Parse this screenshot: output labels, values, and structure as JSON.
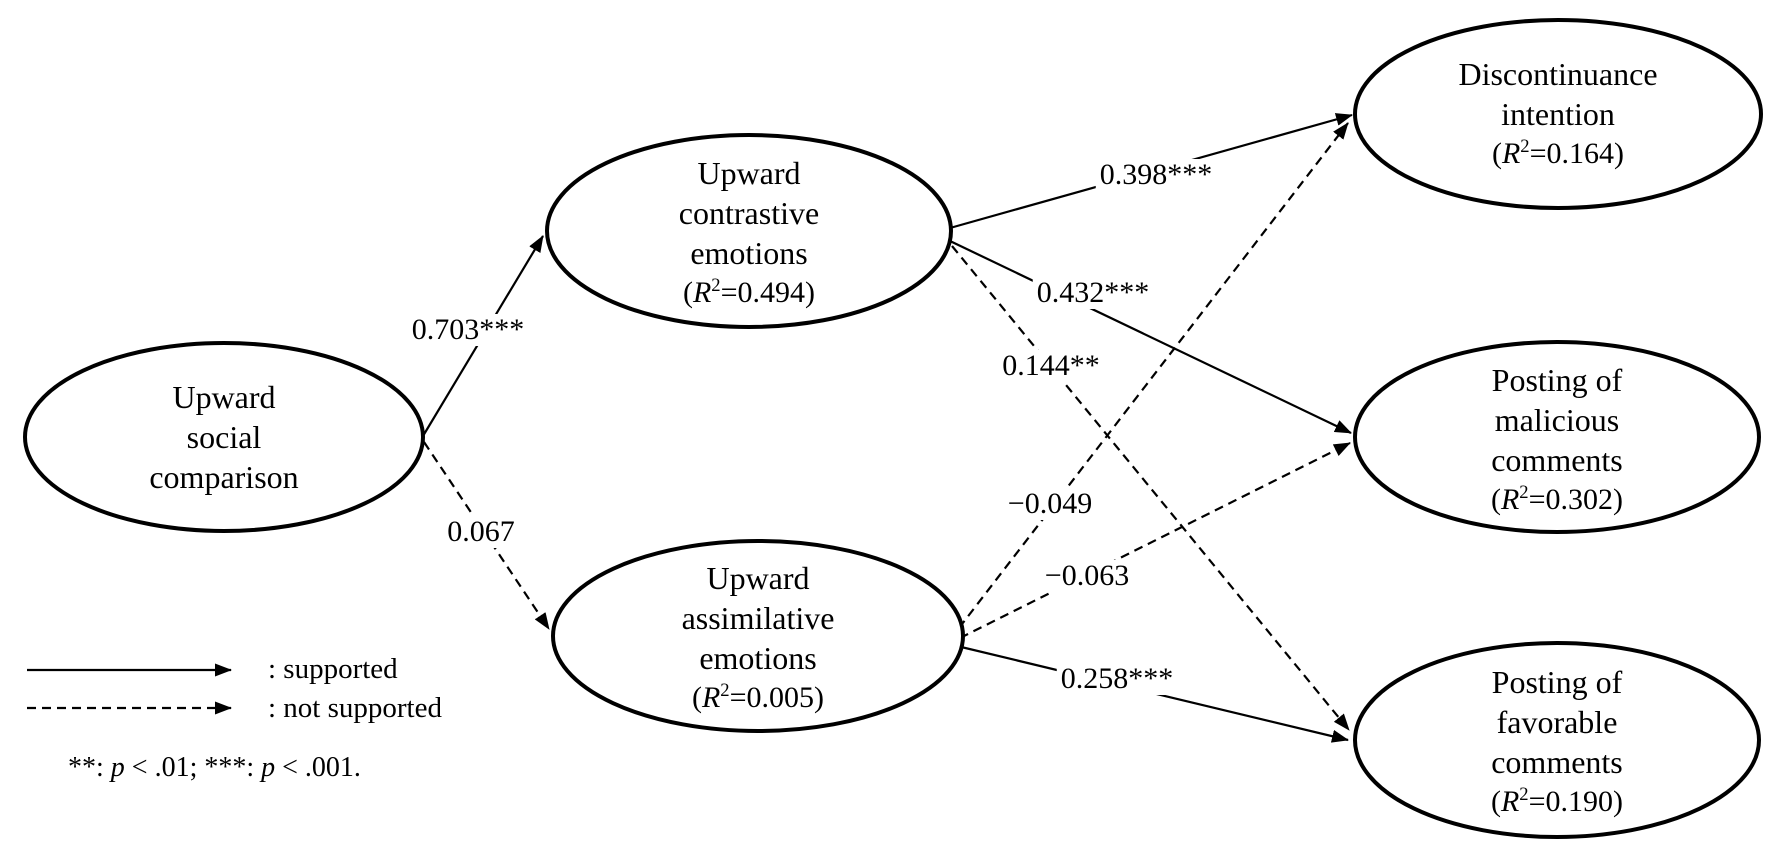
{
  "figure": {
    "colors": {
      "ink": "#000000",
      "background": "#ffffff"
    },
    "nodes": {
      "upward_social_comparison": {
        "line1": "Upward",
        "line2": "social",
        "line3": "comparison"
      },
      "upward_contrastive_emotions": {
        "line1": "Upward",
        "line2": "contrastive",
        "line3": "emotions",
        "r2_open": "(",
        "r2_symbol": "R",
        "r2_sup": "2",
        "r2_rest": "=0.494)"
      },
      "upward_assimilative_emotions": {
        "line1": "Upward",
        "line2": "assimilative",
        "line3": "emotions",
        "r2_open": "(",
        "r2_symbol": "R",
        "r2_sup": "2",
        "r2_rest": "=0.005)"
      },
      "discontinuance_intention": {
        "line1": "Discontinuance",
        "line2": "intention",
        "r2_open": "(",
        "r2_symbol": "R",
        "r2_sup": "2",
        "r2_rest": "=0.164)"
      },
      "posting_of_malicious_comments": {
        "line1": "Posting of",
        "line2": "malicious",
        "line3": "comments",
        "r2_open": "(",
        "r2_symbol": "R",
        "r2_sup": "2",
        "r2_rest": "=0.302)"
      },
      "posting_of_favorable_comments": {
        "line1": "Posting of",
        "line2": "favorable",
        "line3": "comments",
        "r2_open": "(",
        "r2_symbol": "R",
        "r2_sup": "2",
        "r2_rest": "=0.190)"
      }
    },
    "edges": {
      "usc_to_contrastive": {
        "label": "0.703***",
        "status": "supported"
      },
      "usc_to_assimilative": {
        "label": "0.067",
        "status": "not supported"
      },
      "contrastive_to_discontinuance": {
        "label": "0.398***",
        "status": "supported"
      },
      "contrastive_to_malicious": {
        "label": "0.432***",
        "status": "supported"
      },
      "contrastive_to_favorable": {
        "label": "0.144**",
        "status": "not supported"
      },
      "assimilative_to_discontinuance": {
        "label": "−0.049",
        "status": "not supported"
      },
      "assimilative_to_malicious": {
        "label": "−0.063",
        "status": "not supported"
      },
      "assimilative_to_favorable": {
        "label": "0.258***",
        "status": "supported"
      }
    },
    "legend": {
      "supported": ": supported",
      "not_supported": ": not supported"
    },
    "footnote": {
      "s1": "**: ",
      "p1": "p",
      "s2": " < .01; ***: ",
      "p2": "p",
      "s3": " < .001."
    }
  }
}
